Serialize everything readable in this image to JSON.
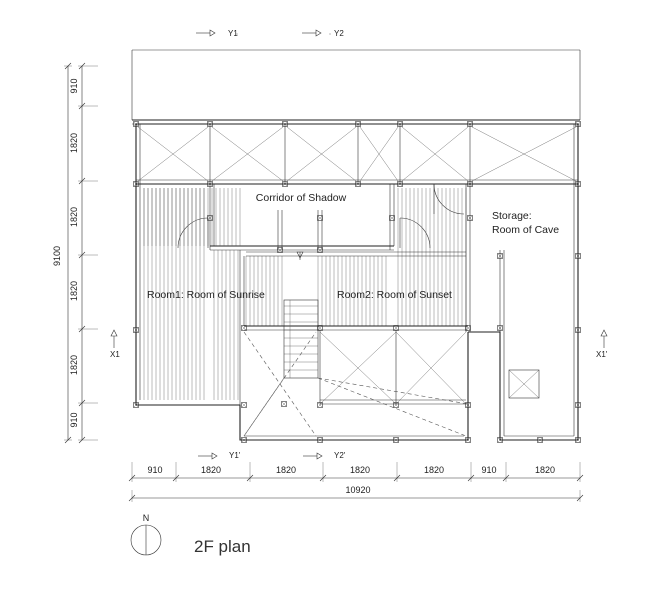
{
  "title": "2F plan",
  "north": "N",
  "rooms": {
    "corridor": "Corridor of Shadow",
    "storage_line1": "Storage:",
    "storage_line2": "Room of Cave",
    "room1": "Room1: Room of Sunrise",
    "room2": "Room2: Room of Sunset"
  },
  "section_marks": {
    "y1": "Y1",
    "y2": "Y2",
    "y1p": "Y1'",
    "y2p": "Y2'",
    "x1": "X1",
    "x1p": "X1'"
  },
  "dimensions": {
    "horizontal": [
      "910",
      "1820",
      "1820",
      "1820",
      "1820",
      "910",
      "1820"
    ],
    "horizontal_total": "10920",
    "vertical": [
      "910",
      "1820",
      "1820",
      "1820",
      "1820",
      "910"
    ],
    "vertical_total": "9100"
  },
  "colors": {
    "line": "#222222",
    "background": "#ffffff"
  }
}
